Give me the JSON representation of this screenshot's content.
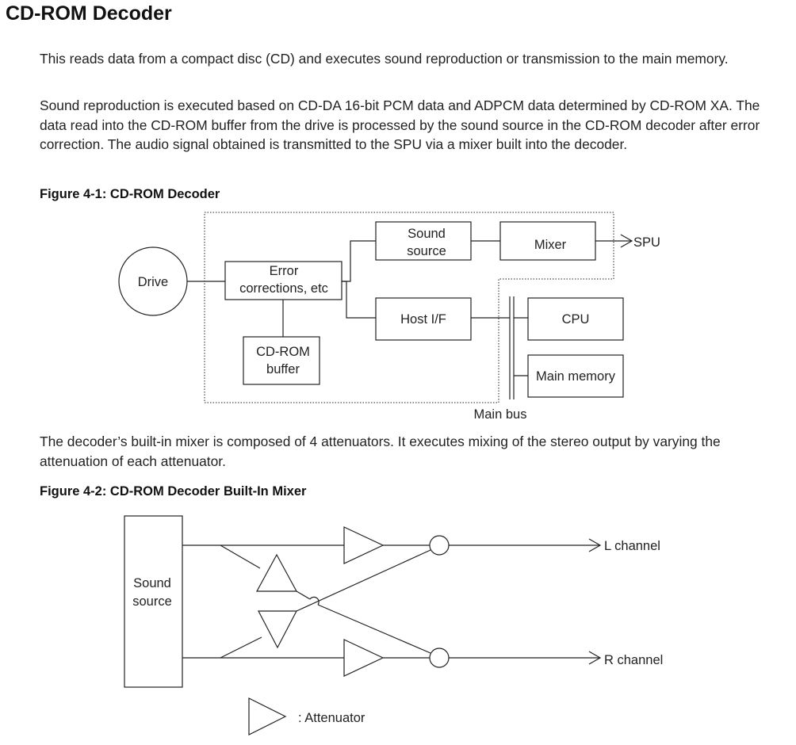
{
  "page": {
    "title": "CD-ROM Decoder",
    "paragraphs": [
      "This reads data from a compact disc (CD) and executes sound reproduction or transmission to the main memory.",
      "Sound reproduction is executed based on CD-DA 16-bit PCM data and ADPCM data determined by CD-ROM XA. The data read into the CD-ROM buffer from the drive is processed by the sound source in the CD-ROM decoder after error correction. The audio signal obtained is transmitted to the SPU via a mixer built into the decoder.",
      "The decoder’s built-in mixer is composed of 4 attenuators. It executes mixing of the stereo output by varying the attenuation of each attenuator."
    ]
  },
  "figure1": {
    "caption": "Figure 4-1: CD-ROM Decoder",
    "drive": "Drive",
    "error_correction": [
      "Error",
      "corrections, etc"
    ],
    "cdrom_buffer": [
      "CD-ROM",
      "buffer"
    ],
    "sound_source": [
      "Sound",
      "source"
    ],
    "mixer": "Mixer",
    "spu": "SPU",
    "host_if": "Host I/F",
    "cpu": "CPU",
    "main_memory": "Main memory",
    "main_bus": "Main bus"
  },
  "figure2": {
    "caption": "Figure 4-2: CD-ROM Decoder Built-In Mixer",
    "sound_source": [
      "Sound",
      "source"
    ],
    "l_channel": "L channel",
    "r_channel": "R channel",
    "legend": ": Attenuator"
  }
}
